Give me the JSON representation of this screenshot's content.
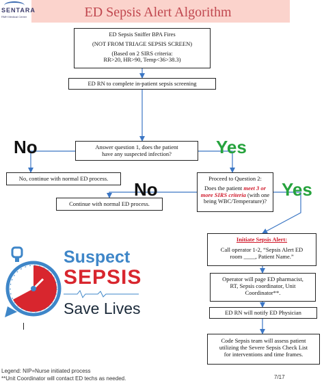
{
  "logo": {
    "name": "SENTARA",
    "sub": "RMH Medical Center"
  },
  "title": "ED Sepsis Alert Algorithm",
  "box1": {
    "line1": "ED Sepsis Sniffer BPA Fires",
    "line2": "(NOT FROM TRIAGE SEPSIS SCREEN)",
    "line3": "(Based on 2 SIRS criteria:",
    "line4": "RR>20, HR>90, Temp<36>38.3)"
  },
  "box2": {
    "text": "ED RN to complete in-patient sepsis screening"
  },
  "q1": {
    "line1": "Answer question 1, does the patient",
    "line2": "have any suspected infection?"
  },
  "no1": "No",
  "yes1": "Yes",
  "no_box1": {
    "text": "No, continue with normal ED process."
  },
  "q2": {
    "line1": "Proceed to Question 2:",
    "line2a": "Does the patient ",
    "line2b": "meet 3 or",
    "line3a": "more SIRS criteria",
    "line3b": " (with one",
    "line4": "being WBC/Temperature)?"
  },
  "no2": "No",
  "yes2": "Yes",
  "no_box2": {
    "text": "Continue with normal ED process."
  },
  "alert": {
    "heading": "Initiate Sepsis Alert:",
    "line1": "Call operator 1-2, “Sepsis Alert ED",
    "line2": "room ____, Patient Name.”"
  },
  "operator": {
    "line1": "Operator will page ED pharmacist,",
    "line2": "RT, Sepsis coordinator, Unit",
    "line3": "Coordinator**."
  },
  "rn_notify": {
    "text": "ED RN will notify ED Physician"
  },
  "code_team": {
    "line1": "Code Sepsis team will assess patient",
    "line2": "utilizing the Severe Sepsis Check List",
    "line3": "for interventions and time frames."
  },
  "suspect": {
    "line1": "Suspect",
    "line2": "SEPSIS",
    "line3": "Save Lives"
  },
  "footer": {
    "legend": "Legend: NIP=Nurse initiated process",
    "note": "**Unit Coordinator will contact ED techs as needed."
  },
  "page": "7/17",
  "colors": {
    "header": "#fbd3cc",
    "title": "#c0474f",
    "yes": "#26a33d",
    "red": "#d0192a",
    "arrow": "#3b76c4",
    "sepsis_blue": "#3e86c8"
  }
}
